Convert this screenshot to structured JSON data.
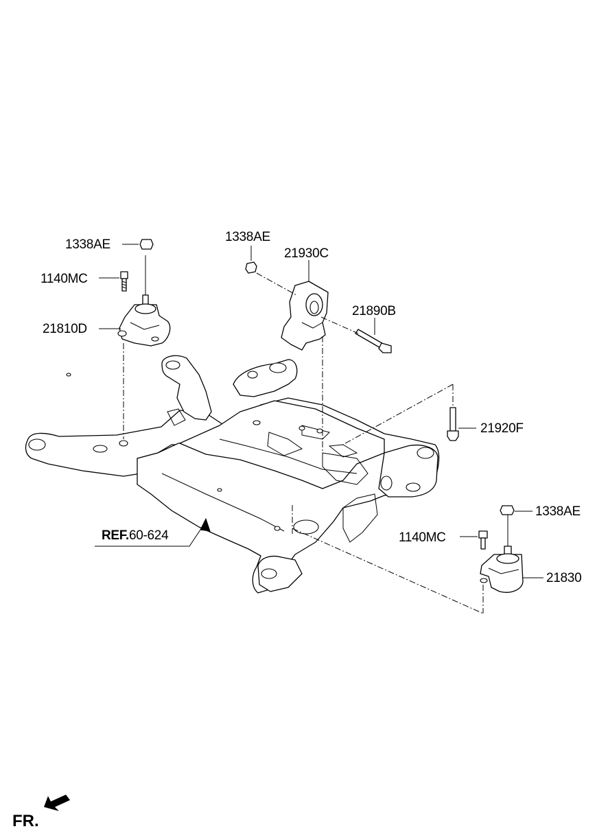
{
  "diagram": {
    "callouts": {
      "nut_top_left": "1338AE",
      "bolt_left": "1140MC",
      "mount_left": "21810D",
      "nut_top_center": "1338AE",
      "mount_rear": "21930C",
      "bolt_rear": "21890B",
      "bolt_center": "21920F",
      "nut_right": "1338AE",
      "bolt_right": "1140MC",
      "mount_right": "21830"
    },
    "reference": {
      "prefix": "REF.",
      "number": "60-624"
    },
    "direction": {
      "label": "FR."
    }
  }
}
